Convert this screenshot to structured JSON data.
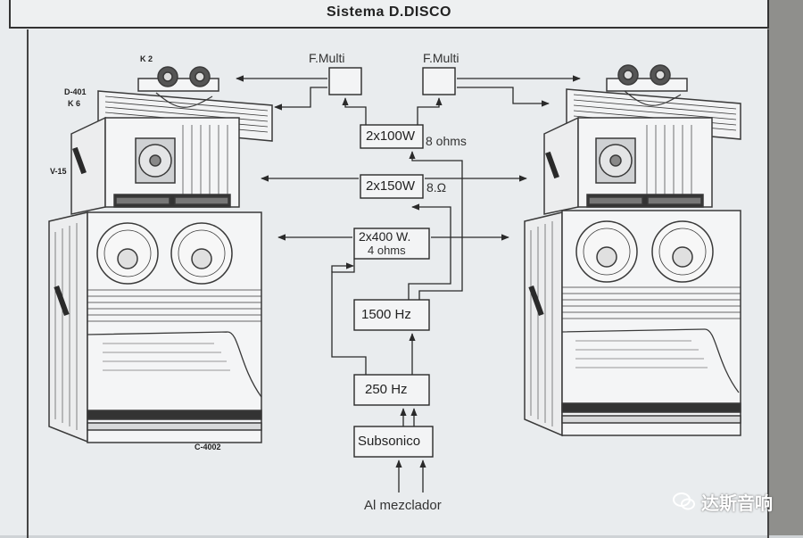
{
  "title": "Sistema  D.DISCO",
  "speaker_labels": {
    "k2": "K 2",
    "d401": "D-401",
    "k6": "K 6",
    "v15": "V-15",
    "c4002": "C-4002"
  },
  "blocks": {
    "fmulti_left": "F.Multi",
    "fmulti_right": "F.Multi",
    "amp100": "2x100W",
    "amp100_note": "8 ohms",
    "amp150": "2x150W",
    "amp150_note": "8.Ω",
    "amp400_line1": "2x400 W.",
    "amp400_line2": "4 ohms",
    "xover1500": "1500 Hz",
    "xover250": "250 Hz",
    "subsonico": "Subsonico",
    "input": "Al  mezclador"
  },
  "watermark": {
    "text": "达斯音响",
    "icon": "wechat-icon"
  },
  "colors": {
    "paper": "#e9ecee",
    "ink": "#2a2a2a"
  }
}
